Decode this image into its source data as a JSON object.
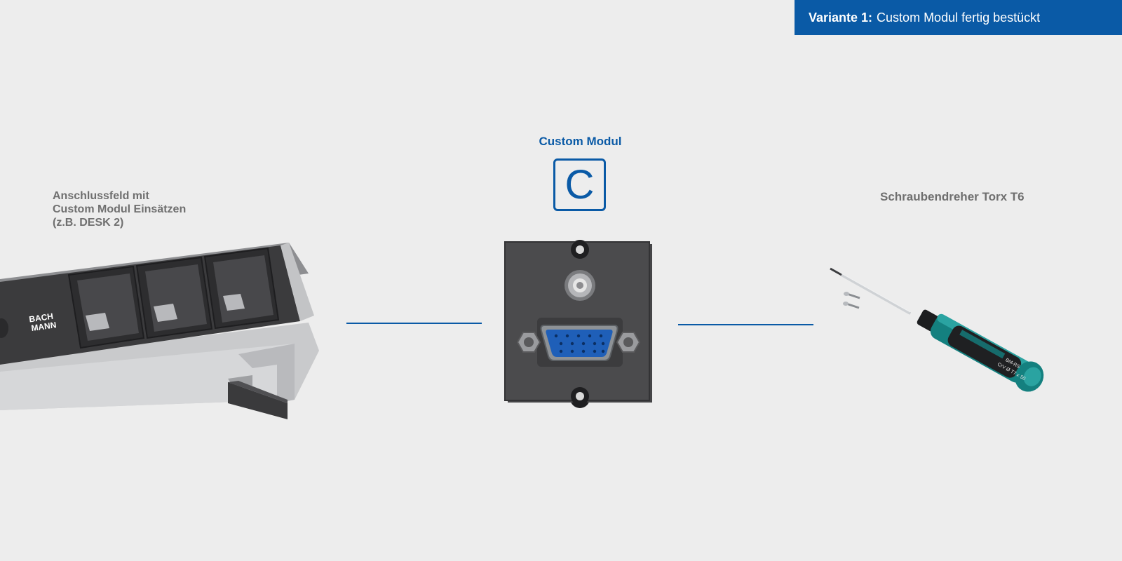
{
  "banner": {
    "variant_label": "Variante 1:",
    "variant_text": "Custom Modul fertig bestückt"
  },
  "left_panel": {
    "label_lines": [
      "Anschlussfeld mit",
      "Custom Modul Einsätzen",
      "(z.B. DESK 2)"
    ],
    "brand_lines": [
      "BACH",
      "MANN"
    ]
  },
  "center": {
    "title": "Custom Modul",
    "badge_letter": "C"
  },
  "right_panel": {
    "label": "Schraubendreher Torx T6",
    "handle_text": [
      "BM-RS",
      "CrV Ø T7 x 50"
    ]
  },
  "colors": {
    "brand_blue": "#0a5aa6",
    "label_gray": "#6f6f6f",
    "background": "#ededed"
  }
}
